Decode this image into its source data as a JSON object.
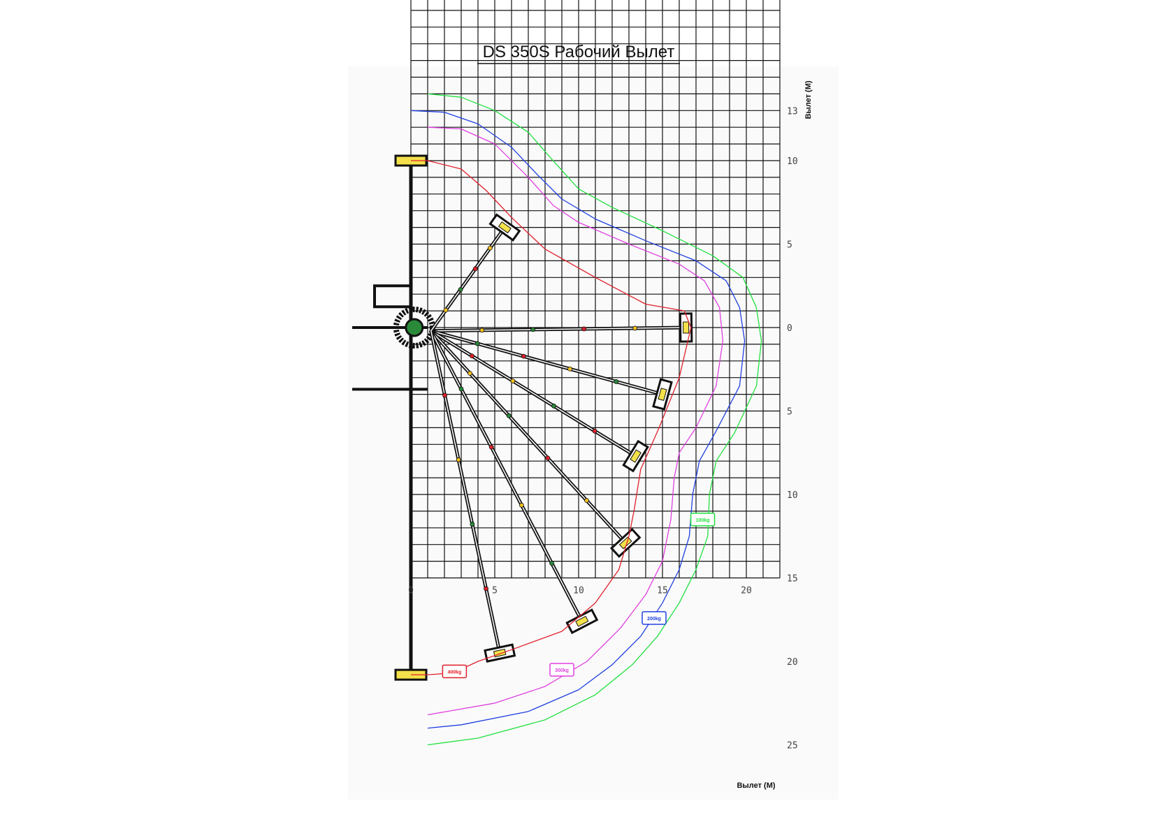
{
  "chart_data": {
    "type": "line",
    "title": "DS 350S Рабочий Вылет",
    "xlabel": "Вылет (М)",
    "ylabel": "Вылет (М)",
    "xlim": [
      0,
      22
    ],
    "ylim": [
      15,
      -26
    ],
    "x_ticks": [
      "0",
      "5",
      "10",
      "15",
      "20"
    ],
    "y_ticks": [
      {
        "value": -13,
        "label": "13"
      },
      {
        "value": -10,
        "label": "10"
      },
      {
        "value": -5,
        "label": "5"
      },
      {
        "value": 0,
        "label": "0"
      },
      {
        "value": 5,
        "label": "5"
      },
      {
        "value": 10,
        "label": "10"
      },
      {
        "value": 15,
        "label": "15"
      },
      {
        "value": 20,
        "label": "20"
      },
      {
        "value": 25,
        "label": "25"
      }
    ],
    "grid": true,
    "series": [
      {
        "name": "400kg",
        "color": "#e0202a",
        "points": [
          [
            0,
            -10
          ],
          [
            1,
            -10
          ],
          [
            3,
            -9.5
          ],
          [
            4.5,
            -8.2
          ],
          [
            6,
            -6.6
          ],
          [
            8,
            -4.7
          ],
          [
            11,
            -3
          ],
          [
            14,
            -1.4
          ],
          [
            16.3,
            -1
          ],
          [
            16.7,
            0
          ],
          [
            16,
            3
          ],
          [
            14.8,
            6
          ],
          [
            13.7,
            8.5
          ],
          [
            13.3,
            11
          ],
          [
            13,
            12.5
          ],
          [
            12.4,
            14.5
          ],
          [
            11,
            16.5
          ],
          [
            9,
            18.2
          ],
          [
            6,
            19.3
          ],
          [
            4,
            20
          ],
          [
            2.5,
            20.7
          ],
          [
            1,
            20.8
          ],
          [
            0,
            20.8
          ]
        ]
      },
      {
        "name": "300kg",
        "color": "#e040e0",
        "points": [
          [
            1,
            -12
          ],
          [
            3,
            -11.9
          ],
          [
            5,
            -11
          ],
          [
            7,
            -9
          ],
          [
            8.5,
            -7.3
          ],
          [
            10,
            -6.3
          ],
          [
            13,
            -5
          ],
          [
            16,
            -3.8
          ],
          [
            17.5,
            -2.8
          ],
          [
            18.4,
            -1.2
          ],
          [
            18.6,
            0.8
          ],
          [
            18.2,
            3.5
          ],
          [
            17,
            6
          ],
          [
            16,
            7.5
          ],
          [
            15.7,
            9
          ],
          [
            15.5,
            11.5
          ],
          [
            15,
            14
          ],
          [
            14,
            16
          ],
          [
            12.5,
            18
          ],
          [
            10.5,
            20
          ],
          [
            8,
            21.5
          ],
          [
            5,
            22.5
          ],
          [
            1,
            23.2
          ]
        ]
      },
      {
        "name": "200kg",
        "color": "#2040e0",
        "points": [
          [
            0,
            -13
          ],
          [
            2,
            -12.9
          ],
          [
            4,
            -12.2
          ],
          [
            6,
            -10.8
          ],
          [
            7.5,
            -9.2
          ],
          [
            9,
            -7.7
          ],
          [
            11,
            -6.5
          ],
          [
            14,
            -5.2
          ],
          [
            17,
            -4
          ],
          [
            18.8,
            -2.8
          ],
          [
            19.6,
            -1.2
          ],
          [
            19.9,
            0.8
          ],
          [
            19.6,
            3.5
          ],
          [
            18.2,
            6.2
          ],
          [
            17.2,
            8
          ],
          [
            16.8,
            10
          ],
          [
            16.6,
            12.5
          ],
          [
            16,
            14.5
          ],
          [
            15,
            16.5
          ],
          [
            13.7,
            18.5
          ],
          [
            12,
            20.2
          ],
          [
            10,
            21.7
          ],
          [
            7,
            23
          ],
          [
            3,
            23.8
          ],
          [
            1,
            24
          ]
        ]
      },
      {
        "name": "100kg",
        "color": "#20e040",
        "points": [
          [
            1,
            -14
          ],
          [
            3,
            -13.8
          ],
          [
            5,
            -13
          ],
          [
            7,
            -11.7
          ],
          [
            8.3,
            -10.2
          ],
          [
            10,
            -8.3
          ],
          [
            12,
            -7.2
          ],
          [
            15,
            -5.8
          ],
          [
            18,
            -4.3
          ],
          [
            19.8,
            -3
          ],
          [
            20.6,
            -1.2
          ],
          [
            20.9,
            0.8
          ],
          [
            20.6,
            3.5
          ],
          [
            19.3,
            6.3
          ],
          [
            18.2,
            8
          ],
          [
            17.8,
            10
          ],
          [
            17.7,
            12.5
          ],
          [
            17,
            14.5
          ],
          [
            16,
            16.5
          ],
          [
            14.7,
            18.5
          ],
          [
            13.2,
            20.2
          ],
          [
            11,
            22
          ],
          [
            8,
            23.5
          ],
          [
            4,
            24.6
          ],
          [
            1,
            25
          ]
        ]
      }
    ],
    "curve_labels": [
      {
        "text": "400kg",
        "x": 2.6,
        "y": 20.6,
        "color": "#e0202a"
      },
      {
        "text": "300kg",
        "x": 9,
        "y": 20.5,
        "color": "#e040e0"
      },
      {
        "text": "200kg",
        "x": 14.5,
        "y": 17.4,
        "color": "#2040e0"
      },
      {
        "text": "100kg",
        "x": 17.4,
        "y": 11.5,
        "color": "#20e040"
      }
    ],
    "boom_positions": [
      {
        "angle_deg": 0,
        "x": 16.4,
        "y": 0
      },
      {
        "angle_deg": 15,
        "x": 15,
        "y": 4
      },
      {
        "angle_deg": 30,
        "x": 13.4,
        "y": 7.7
      },
      {
        "angle_deg": 45,
        "x": 12.8,
        "y": 12.9
      },
      {
        "angle_deg": 60,
        "x": 10.2,
        "y": 17.6
      },
      {
        "angle_deg": 70,
        "x": 5.3,
        "y": 19.5
      },
      {
        "angle_deg": -45,
        "x": 5.6,
        "y": -6
      }
    ]
  }
}
